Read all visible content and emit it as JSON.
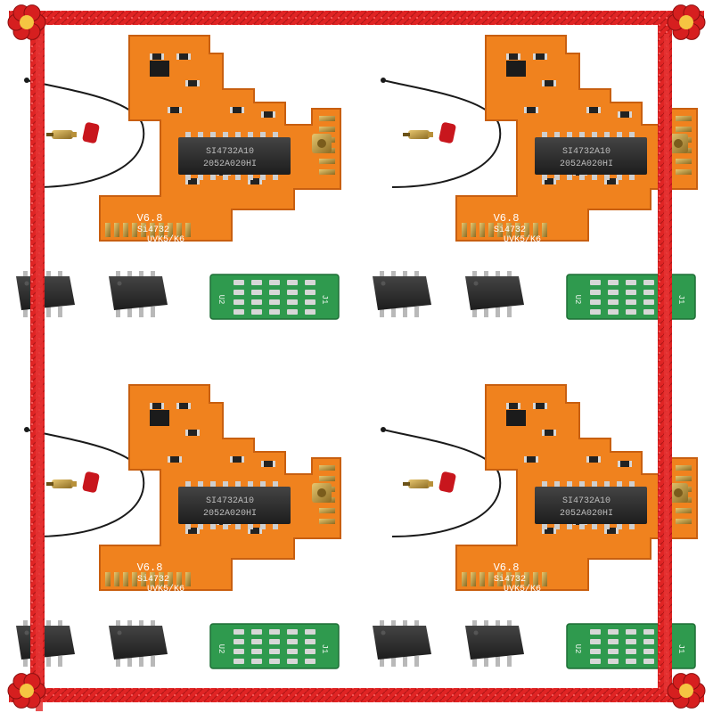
{
  "image": {
    "kind": "product-photo-collage",
    "background": "#ffffff",
    "frame": {
      "color": "#e02424",
      "corner_icon": "red-flower-ornament-icon"
    },
    "panels": [
      {
        "name": "panel-top-left",
        "chip_line1": "SI4732A10",
        "chip_line2": "2052A020HI",
        "board_line1": "V6.8",
        "board_line2": "Si4732",
        "board_line3": "UVK5/K6",
        "green_board_label": "U2",
        "green_board_label2": "J1"
      },
      {
        "name": "panel-top-right",
        "chip_line1": "SI4732A10",
        "chip_line2": "2052A020HI",
        "board_line1": "V6.8",
        "board_line2": "Si4732",
        "board_line3": "UVK5/K6",
        "green_board_label": "U2",
        "green_board_label2": "J1"
      },
      {
        "name": "panel-bottom-left",
        "chip_line1": "SI4732A10",
        "chip_line2": "2052A020HI",
        "board_line1": "V6.8",
        "board_line2": "Si4732",
        "board_line3": "UVK5/K6",
        "green_board_label": "U2",
        "green_board_label2": "J1"
      },
      {
        "name": "panel-bottom-right",
        "chip_line1": "SI4732A10",
        "chip_line2": "2052A020HI",
        "board_line1": "V6.8",
        "board_line2": "Si4732",
        "board_line3": "UVK5/K6",
        "green_board_label": "U2",
        "green_board_label2": "J1"
      }
    ],
    "colors": {
      "flex_pcb": "#f0821e",
      "flex_pcb_dark": "#c85f10",
      "ic_body": "#2b2b2b",
      "green_pcb": "#2f9a4e",
      "led_red": "#c8161d",
      "connector_brass": "#b8913a",
      "wire": "#1a1a1a"
    }
  }
}
